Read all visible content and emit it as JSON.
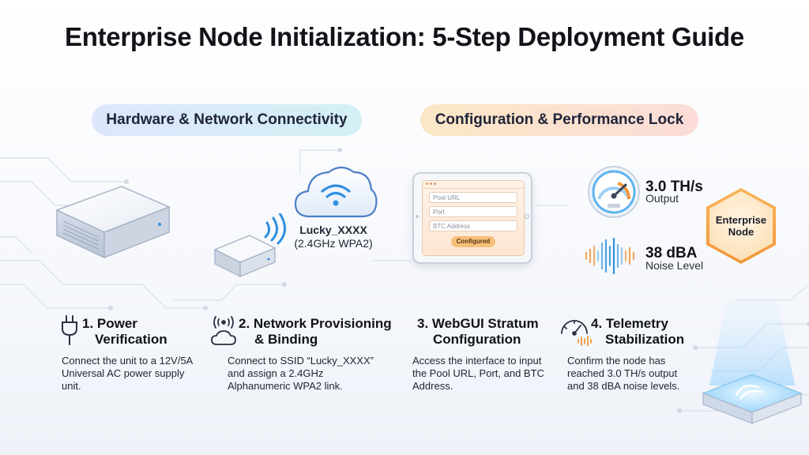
{
  "title": "Enterprise Node Initialization: 5-Step Deployment Guide",
  "phases": {
    "hardware": "Hardware & Network Connectivity",
    "config": "Configuration & Performance Lock"
  },
  "network": {
    "ssid": "Lucky_XXXX",
    "security": "(2.4GHz WPA2)"
  },
  "webgui": {
    "fields": [
      "Pool URL",
      "Port",
      "BTC Address"
    ],
    "button": "Configured"
  },
  "metrics": {
    "hashrate_value": "3.0 TH/s",
    "hashrate_label": "Output",
    "noise_value": "38 dBA",
    "noise_label": "Noise Level"
  },
  "badge": {
    "line1": "Enterprise",
    "line2": "Node"
  },
  "steps": [
    {
      "title_line1": "1. Power",
      "title_line2": "Verification",
      "desc_lines": [
        "Connect the unit to a 12V/5A",
        "Universal AC power supply",
        "unit."
      ],
      "icon": "power-plug-icon"
    },
    {
      "title_line1": "2. Network Provisioning",
      "title_line2": "& Binding",
      "desc_lines": [
        "Connect to SSID “Lucky_XXXX”",
        "and assign a 2.4GHz",
        "Alphanumeric WPA2 link."
      ],
      "icon": "wireless-cloud-icon"
    },
    {
      "title_line1": "3. WebGUI Stratum",
      "title_line2": "Configuration",
      "desc_lines": [
        "Access the interface to input",
        "the Pool URL, Port, and BTC",
        "Address."
      ],
      "icon": ""
    },
    {
      "title_line1": "4. Telemetry",
      "title_line2": "Stabilization",
      "desc_lines": [
        "Confirm the node has",
        "reached 3.0 TH/s output",
        "and 38 dBA noise levels."
      ],
      "icon": "gauge-wave-icon"
    }
  ],
  "colors": {
    "accent_blue": "#2f8fe0",
    "accent_orange": "#f29638",
    "gauge_ring": "#5fb3f0"
  }
}
